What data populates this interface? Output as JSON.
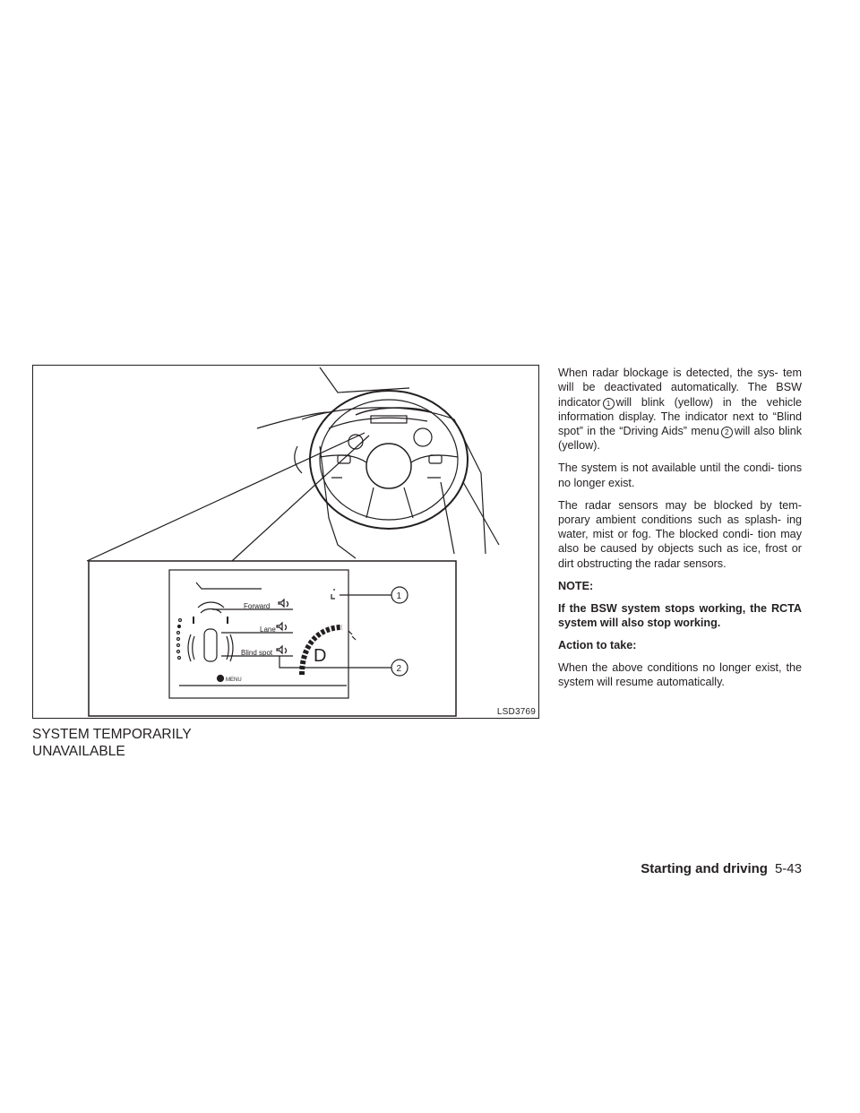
{
  "figure": {
    "code": "LSD3769",
    "display": {
      "menu_items": [
        "Forward",
        "Lane",
        "Blind spot"
      ],
      "gear": "D",
      "menu_label": "MENU"
    },
    "callouts": [
      "1",
      "2"
    ]
  },
  "heading": {
    "line1": "SYSTEM TEMPORARILY",
    "line2": "UNAVAILABLE"
  },
  "body": {
    "p1_a": "When radar blockage is detected, the sys- tem will be deactivated automatically. The BSW indicator",
    "p1_ref1": "1",
    "p1_b": "will blink (yellow) in the vehicle information display. The indicator next to “Blind spot” in the “Driving Aids” menu",
    "p1_ref2": "2",
    "p1_c": "will also blink (yellow).",
    "p2": "The system is not available until the condi- tions no longer exist.",
    "p3": "The radar sensors may be blocked by tem- porary ambient conditions such as splash- ing water, mist or fog. The blocked condi- tion may also be caused by objects such as ice, frost or dirt obstructing the radar sensors.",
    "note_label": "NOTE:",
    "note_text": "If the BSW system stops working, the RCTA system will also stop working.",
    "action_label": "Action to take:",
    "action_text": "When the above conditions no longer exist, the system will resume automatically."
  },
  "footer": {
    "section": "Starting and driving",
    "page": "5-43"
  }
}
